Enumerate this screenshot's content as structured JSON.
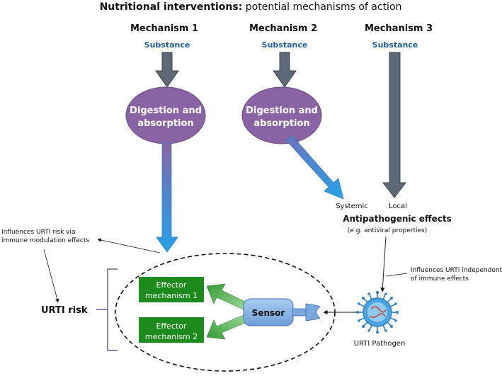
{
  "title": {
    "bold": "Nutritional interventions:",
    "rest": " potential mechanisms of action"
  },
  "mechanisms": [
    {
      "label": "Mechanism 1",
      "substance": "Substance"
    },
    {
      "label": "Mechanism 2",
      "substance": "Substance"
    },
    {
      "label": "Mechanism 3",
      "substance": "Substance"
    }
  ],
  "digestion": {
    "line1": "Digestion and",
    "line2": "absorption"
  },
  "systemic_label": "Systemic",
  "local_label": "Local",
  "antipathogenic": {
    "title": "Antipathogenic effects",
    "example": "(e.g. antiviral properties)"
  },
  "immune_note": {
    "line1": "Influences URTI risk via",
    "line2": "immune modulation effects"
  },
  "independent_note": {
    "line1": "Influences URTI independent",
    "line2": "of immune effects"
  },
  "urti_risk": "URTI risk",
  "effector1": {
    "line1": "Effector",
    "line2": "mechanism 1"
  },
  "effector2": {
    "line1": "Effector",
    "line2": "mechanism 2"
  },
  "sensor": "Sensor",
  "pathogen_label": "URTI Pathogen",
  "colors": {
    "ellipse_purple": "#8a63a4",
    "arrow_gray": "#5d6977",
    "arrow_blue": "#2f95d8",
    "effector_green": "#1d8a1d",
    "arrow_green": "#48a848",
    "sensor_blue": "#8fb8e8",
    "substance_blue": "#1f5f9e",
    "bracket_purple": "#6b5a94"
  },
  "icons": [
    "virus-icon",
    "receptor-icon"
  ]
}
